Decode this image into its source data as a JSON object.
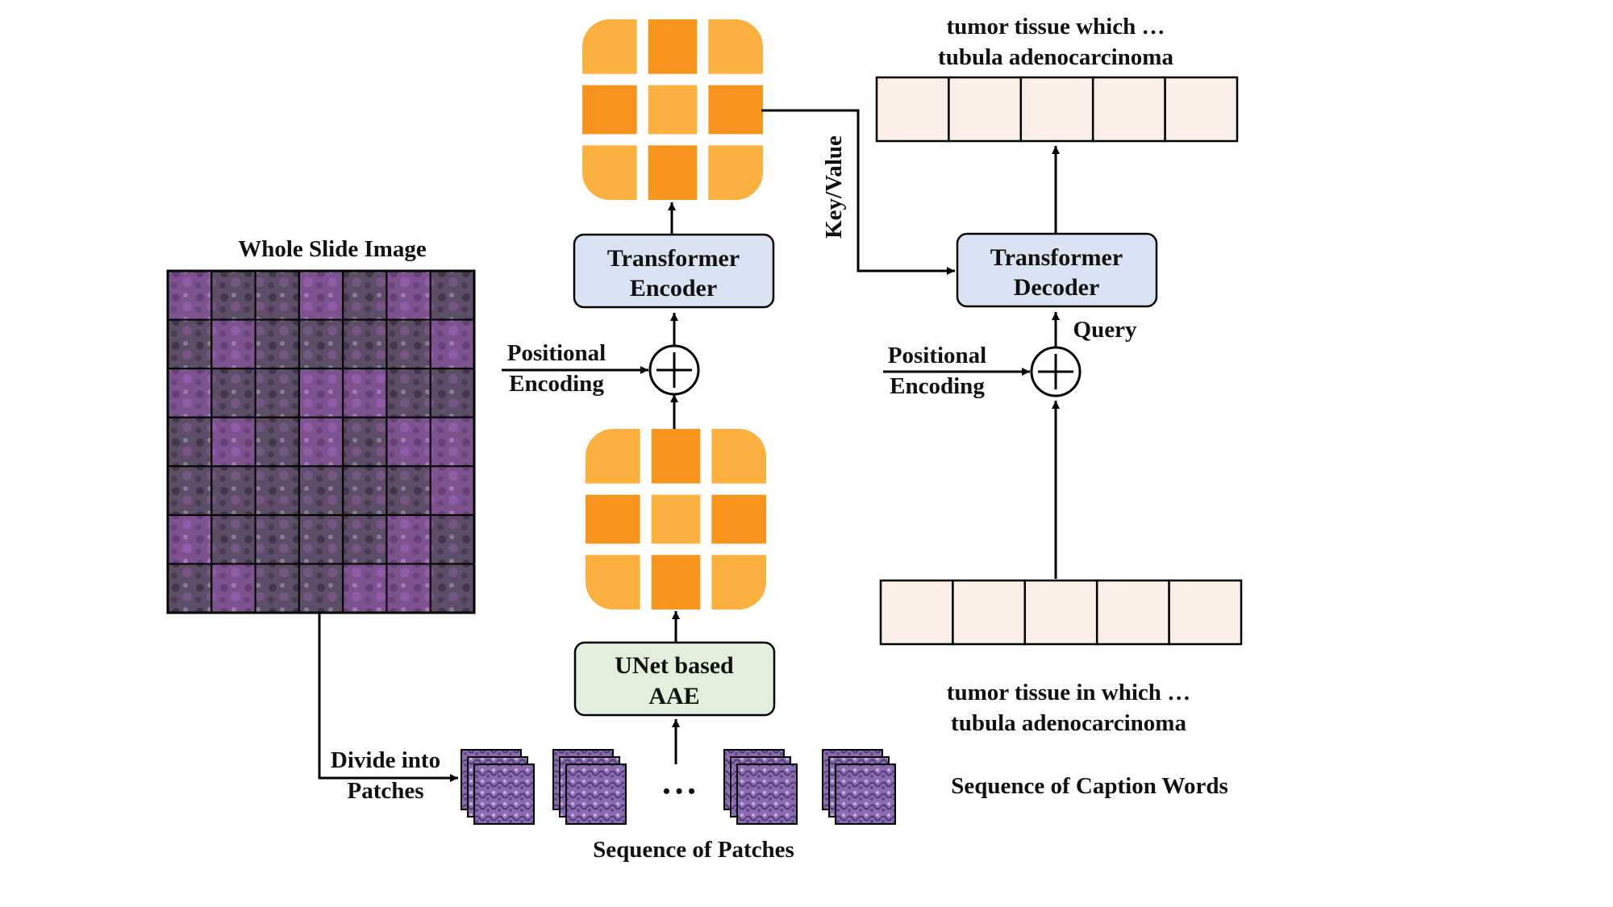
{
  "diagram": {
    "wsi_title": "Whole Slide Image",
    "divide_label_1": "Divide into",
    "divide_label_2": "Patches",
    "seq_patches_label": "Sequence of Patches",
    "ellipsis": "• • •",
    "aae_box_1": "UNet based",
    "aae_box_2": "AAE",
    "pos_enc_left_1": "Positional",
    "pos_enc_left_2": "Encoding",
    "encoder_box_1": "Transformer",
    "encoder_box_2": "Encoder",
    "key_value_label": "Key/Value",
    "decoder_box_1": "Transformer",
    "decoder_box_2": "Decoder",
    "query_label": "Query",
    "pos_enc_right_1": "Positional",
    "pos_enc_right_2": "Encoding",
    "output_caption_1": "tumor tissue which …",
    "output_caption_2": "tubula adenocarcinoma",
    "input_caption_1": "tumor tissue in which …",
    "input_caption_2": "tubula adenocarcinoma",
    "seq_caption_label": "Sequence of Caption Words",
    "colors": {
      "orange_light": "#FBB040",
      "orange_dark": "#F7941D",
      "encoder_fill": "#DAE3F3",
      "aae_fill": "#E2EFDA",
      "token_fill": "#FBEEE6",
      "tissue_purple": "#8B4FA0",
      "tissue_dark": "#4A3F4E"
    }
  }
}
